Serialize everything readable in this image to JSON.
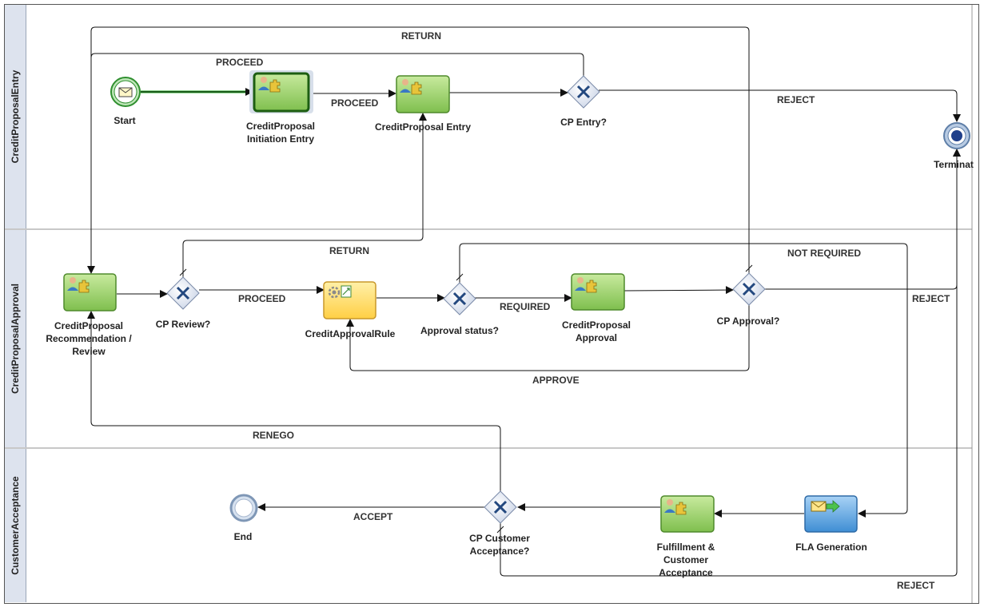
{
  "lanes": [
    {
      "id": "lane1",
      "label": "CreditProposalEntry"
    },
    {
      "id": "lane2",
      "label": "CreditProposalApproval"
    },
    {
      "id": "lane3",
      "label": "CustomerAcceptance"
    }
  ],
  "nodes": {
    "start": "Start",
    "initiation_entry": "CreditProposal\nInitiation Entry",
    "cp_entry_task": "CreditProposal Entry",
    "cp_entry_gateway": "CP Entry?",
    "terminate": "Terminat",
    "recommendation": "CreditProposal\nRecommendation /\nReview",
    "cp_review": "CP Review?",
    "approval_rule": "CreditApprovalRule",
    "approval_status": "Approval status?",
    "cp_approval_task": "CreditProposal\nApproval",
    "cp_approval_gateway": "CP Approval?",
    "end": "End",
    "customer_acceptance_gateway": "CP Customer\nAcceptance?",
    "fulfillment": "Fulfillment &\nCustomer\nAcceptance",
    "fla_generation": "FLA Generation"
  },
  "flows": {
    "return_top": "RETURN",
    "proceed_top": "PROCEED",
    "proceed_entry": "PROCEED",
    "reject_entry": "REJECT",
    "return_review": "RETURN",
    "not_required": "NOT REQUIRED",
    "proceed_review": "PROCEED",
    "required": "REQUIRED",
    "reject_approval": "REJECT",
    "approve": "APPROVE",
    "renego": "RENEGO",
    "accept": "ACCEPT",
    "reject_customer": "REJECT"
  },
  "colors": {
    "task_fill": "#8cc65a",
    "task_border": "#4f8a2c",
    "rule_fill": "#ffd860",
    "service_fill": "#5aa0dc",
    "gateway_fill": "#e6ebf5",
    "gateway_x": "#23487f",
    "start_ring": "#3a9c3a",
    "end_ring": "#7f97b6"
  }
}
